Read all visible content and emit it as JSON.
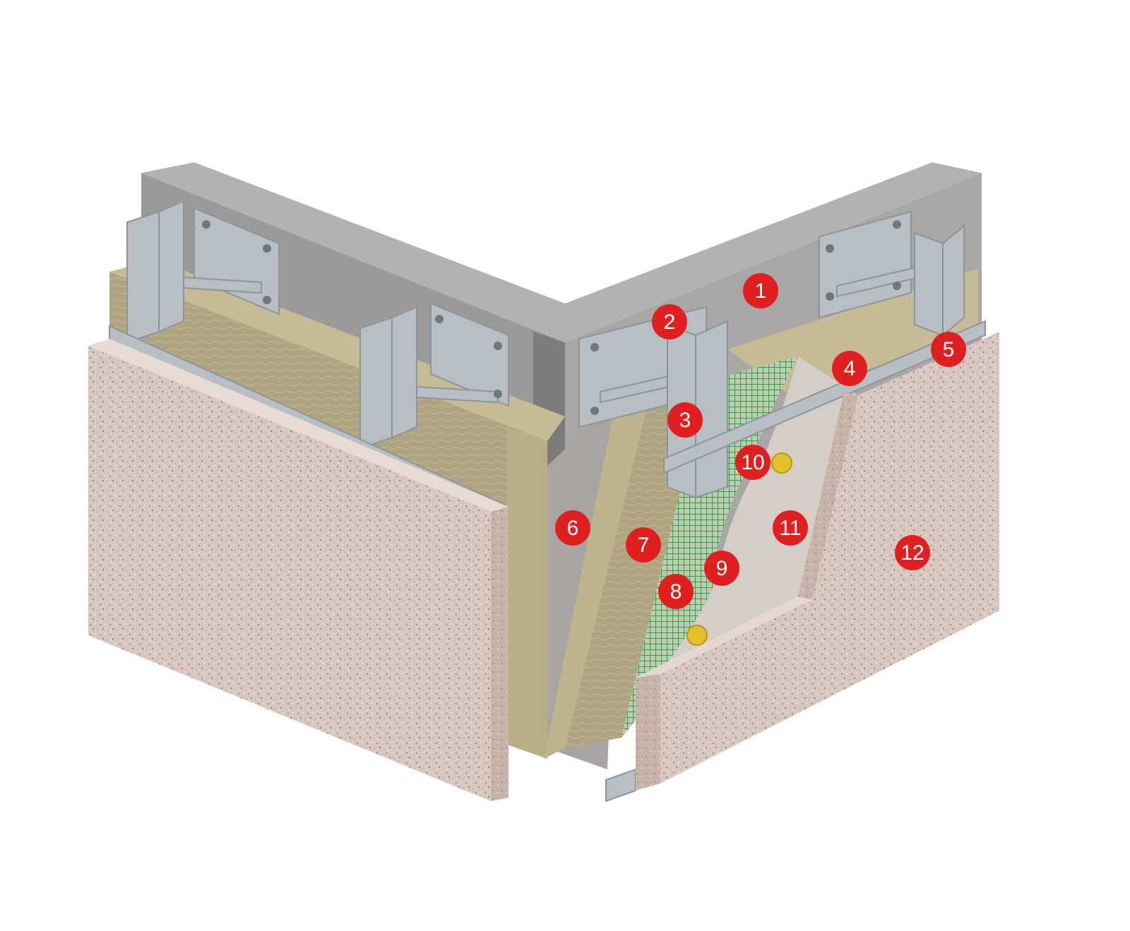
{
  "figure": {
    "background": "#ffffff",
    "colors": {
      "concrete": "#9c9a98",
      "concrete_top": "#b4b2b0",
      "concrete_dark": "#7e7c7a",
      "insulation": "#aea481",
      "insulation_side": "#c5bc95",
      "mesh": "#3f9a45",
      "plaster": "#d4cec7",
      "panel": "#d8c6bd",
      "panel_edge": "#c9b5ab",
      "steel": "#b7bec4",
      "steel_dark": "#8d959c",
      "marker": "#e02020",
      "anchor": "#e4c12a"
    }
  },
  "markers": [
    {
      "label": "1"
    },
    {
      "label": "2"
    },
    {
      "label": "3"
    },
    {
      "label": "4"
    },
    {
      "label": "5"
    },
    {
      "label": "6"
    },
    {
      "label": "7"
    },
    {
      "label": "8"
    },
    {
      "label": "9"
    },
    {
      "label": "10"
    },
    {
      "label": "11"
    },
    {
      "label": "12"
    }
  ]
}
